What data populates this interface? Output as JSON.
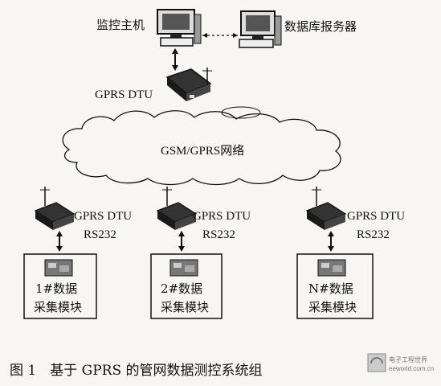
{
  "monitor_host": {
    "label": "监控主机"
  },
  "db_server": {
    "label": "数据库报务器"
  },
  "center_dtu": {
    "label": "GPRS DTU"
  },
  "network": {
    "label": "GSM/GPRS网络"
  },
  "nodes": [
    {
      "dtu_label": "GPRS DTU",
      "iface_label": "RS232",
      "module_label_1": "1#数据",
      "module_label_2": "采集模块"
    },
    {
      "dtu_label": "GPRS DTU",
      "iface_label": "RS232",
      "module_label_1": "2#数据",
      "module_label_2": "采集模块"
    },
    {
      "dtu_label": "GPRS DTU",
      "iface_label": "RS232",
      "module_label_1": "N#数据",
      "module_label_2": "采集模块"
    }
  ],
  "caption": "图 1　基于 GPRS 的管网数据测控系统组",
  "watermark": {
    "text_cn": "电子工程世界",
    "text_en": "eeworld.com.cn"
  },
  "colors": {
    "ink": "#111111",
    "paper": "#f7f6f2",
    "device": "#222222"
  }
}
